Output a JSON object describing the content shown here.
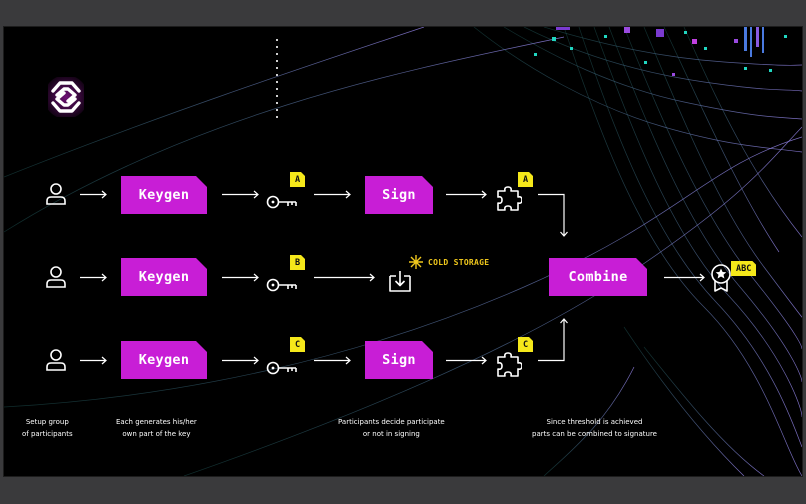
{
  "diagram": {
    "participant_keys": [
      "A",
      "B",
      "C"
    ],
    "boxes": {
      "keygen": "Keygen",
      "sign": "Sign",
      "combine": "Combine"
    },
    "cold_storage_label": "COLD STORAGE",
    "result_badge": "ABC",
    "captions": {
      "setup": [
        "Setup group",
        "of participants"
      ],
      "generate": [
        "Each generates his/her",
        "own part of the key"
      ],
      "decide": [
        "Participants decide participate",
        "or not in signing"
      ],
      "combine": [
        "Since threshold is achieved",
        "parts can be combined to signature"
      ]
    }
  },
  "colors": {
    "accent_magenta": "#c81ed6",
    "badge_yellow": "#f5e81a",
    "cold_storage_gold": "#f0c81c",
    "background": "#000000",
    "outer_frame": "#3a3a3c"
  },
  "icons": [
    "logo-icon",
    "user-icon",
    "key-icon",
    "puzzle-piece-icon",
    "download-box-icon",
    "snowflake-icon",
    "award-star-icon"
  ]
}
